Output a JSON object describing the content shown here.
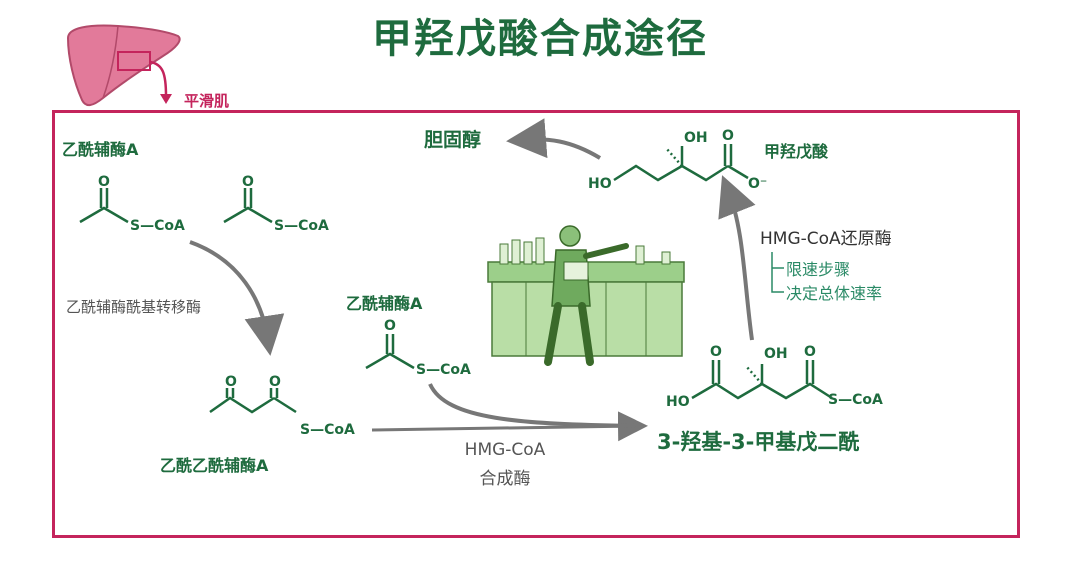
{
  "title": "甲羟戊酸合成途径",
  "liver": {
    "label": "平滑肌"
  },
  "molecules": {
    "acetyl_coa_top": "乙酰辅酶A",
    "acetyl_coa_mid": "乙酰辅酶A",
    "acetoacetyl_coa": "乙酰乙酰辅酶A",
    "hmg_coa": "3-羟基-3-甲基戊二酰",
    "mevalonate": "甲羟戊酸",
    "cholesterol": "胆固醇"
  },
  "enzymes": {
    "transferase": "乙酰辅酶酰基转移酶",
    "synthase_line1": "HMG-CoA",
    "synthase_line2": "合成酶",
    "reductase": "HMG-CoA还原酶"
  },
  "notes": [
    "限速步骤",
    "决定总体速率"
  ],
  "atoms": {
    "O": "O",
    "OH": "OH",
    "HO": "HO",
    "S_CoA": "S—CoA",
    "O_minus": "O⁻"
  },
  "colors": {
    "green": "#1e6b3e",
    "frame": "#c4245c",
    "arrow": "#777777",
    "note": "#2a8a66",
    "liver": "#e27a9a"
  }
}
